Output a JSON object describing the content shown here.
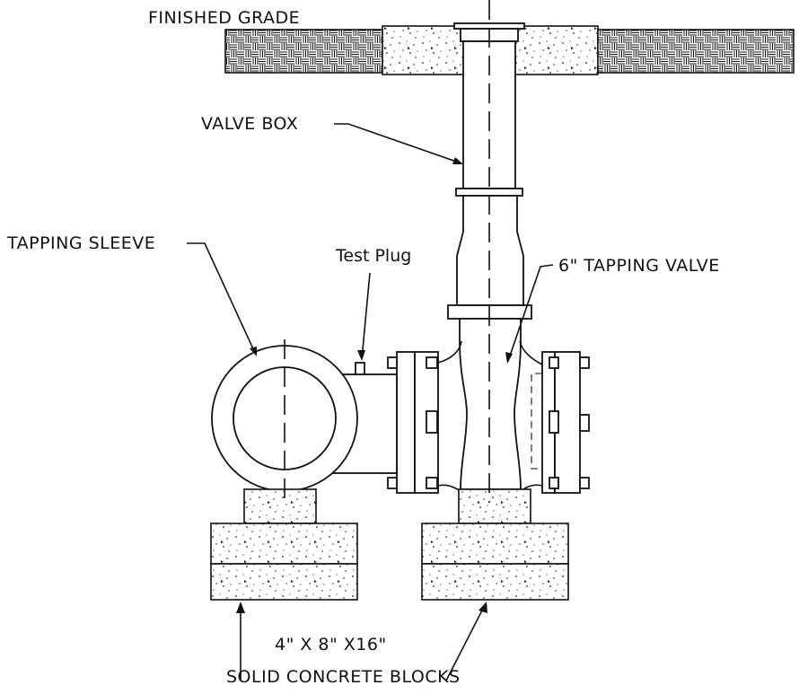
{
  "labels": {
    "finished_grade": "FINISHED GRADE",
    "valve_box": "VALVE BOX",
    "tapping_sleeve": "TAPPING SLEEVE",
    "test_plug": "Test Plug",
    "tapping_valve": "6\" TAPPING VALVE",
    "block_size": "4\" X 8\" X16\"",
    "blocks": "SOLID CONCRETE BLOCKS"
  },
  "colors": {
    "line": "#111111",
    "background": "#ffffff"
  }
}
